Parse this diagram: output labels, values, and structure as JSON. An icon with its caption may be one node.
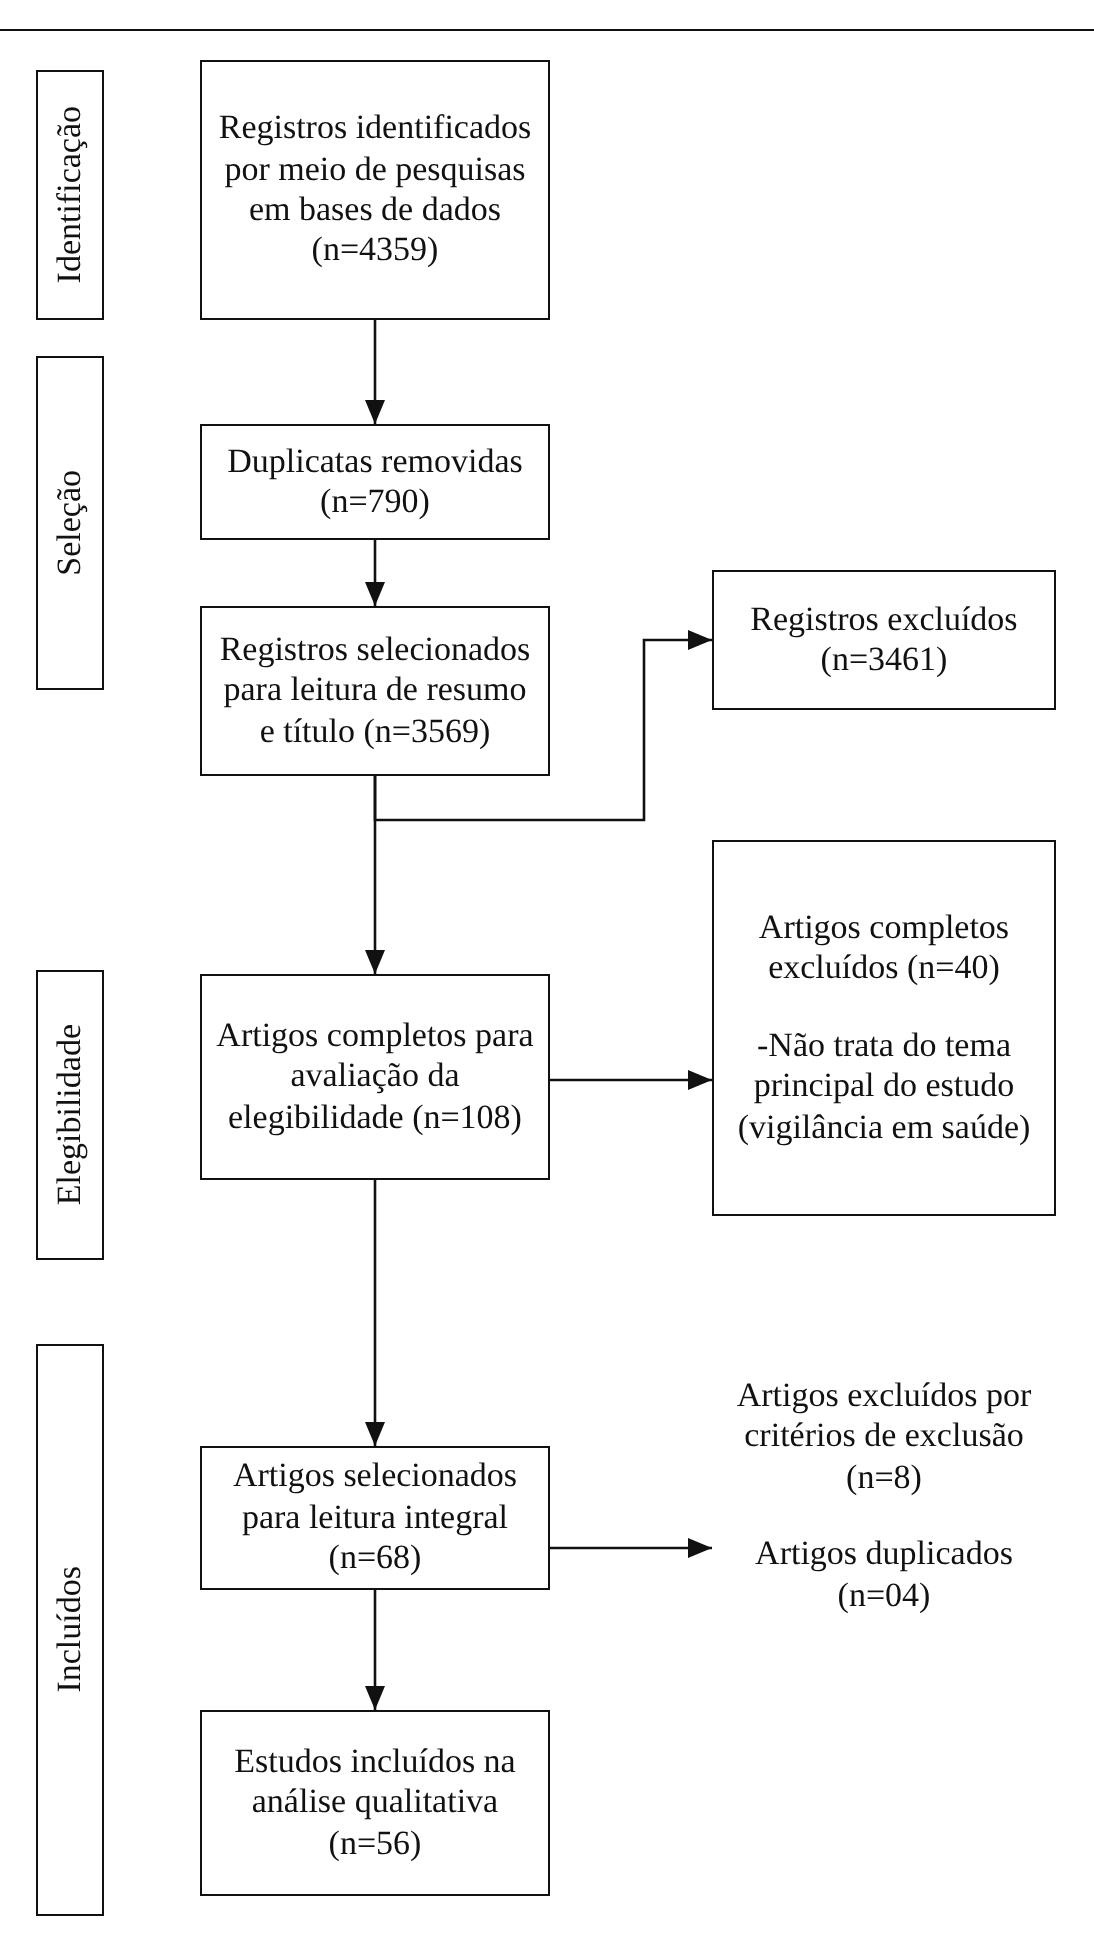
{
  "diagram": {
    "nodes": [
      {
        "text": [
          "Identificação"
        ]
      },
      {
        "text": [
          "Registros identificados por meio de pesquisas em bases de dados (n=4359)"
        ]
      },
      {
        "text": [
          "Seleção"
        ]
      },
      {
        "text": [
          "Duplicatas removidas (n=790)"
        ]
      },
      {
        "text": [
          "Registros selecionados para leitura de resumo e título (n=3569)"
        ]
      },
      {
        "text": [
          "Registros excluídos (n=3461)"
        ]
      },
      {
        "text": [
          "Elegibilidade"
        ]
      },
      {
        "text": [
          "Artigos completos para avaliação da elegibilidade (n=108)"
        ]
      },
      {
        "text": [
          "Artigos completos excluídos (n=40)",
          "-Não trata do tema principal do estudo (vigilância em saúde)"
        ]
      },
      {
        "text": [
          "Incluídos"
        ]
      },
      {
        "text": [
          "Artigos selecionados para leitura integral (n=68)"
        ]
      },
      {
        "text": [
          "Artigos excluídos por critérios de exclusão (n=8)",
          "Artigos duplicados (n=04)"
        ]
      },
      {
        "text": [
          "Estudos incluídos na análise qualitativa (n=56)"
        ]
      }
    ],
    "edges": [
      {
        "from": 1,
        "to": 3,
        "arrow": "to"
      },
      {
        "from": 3,
        "to": 4,
        "arrow": "to"
      },
      {
        "from": 4,
        "to": 7,
        "arrow": "to"
      },
      {
        "from": 4,
        "to": 5,
        "arrow": "to"
      },
      {
        "from": 7,
        "to": 8,
        "arrow": "to"
      },
      {
        "from": 7,
        "to": 10,
        "arrow": "to"
      },
      {
        "from": 10,
        "to": 11,
        "arrow": "to"
      },
      {
        "from": 10,
        "to": 12,
        "arrow": "to"
      }
    ]
  }
}
